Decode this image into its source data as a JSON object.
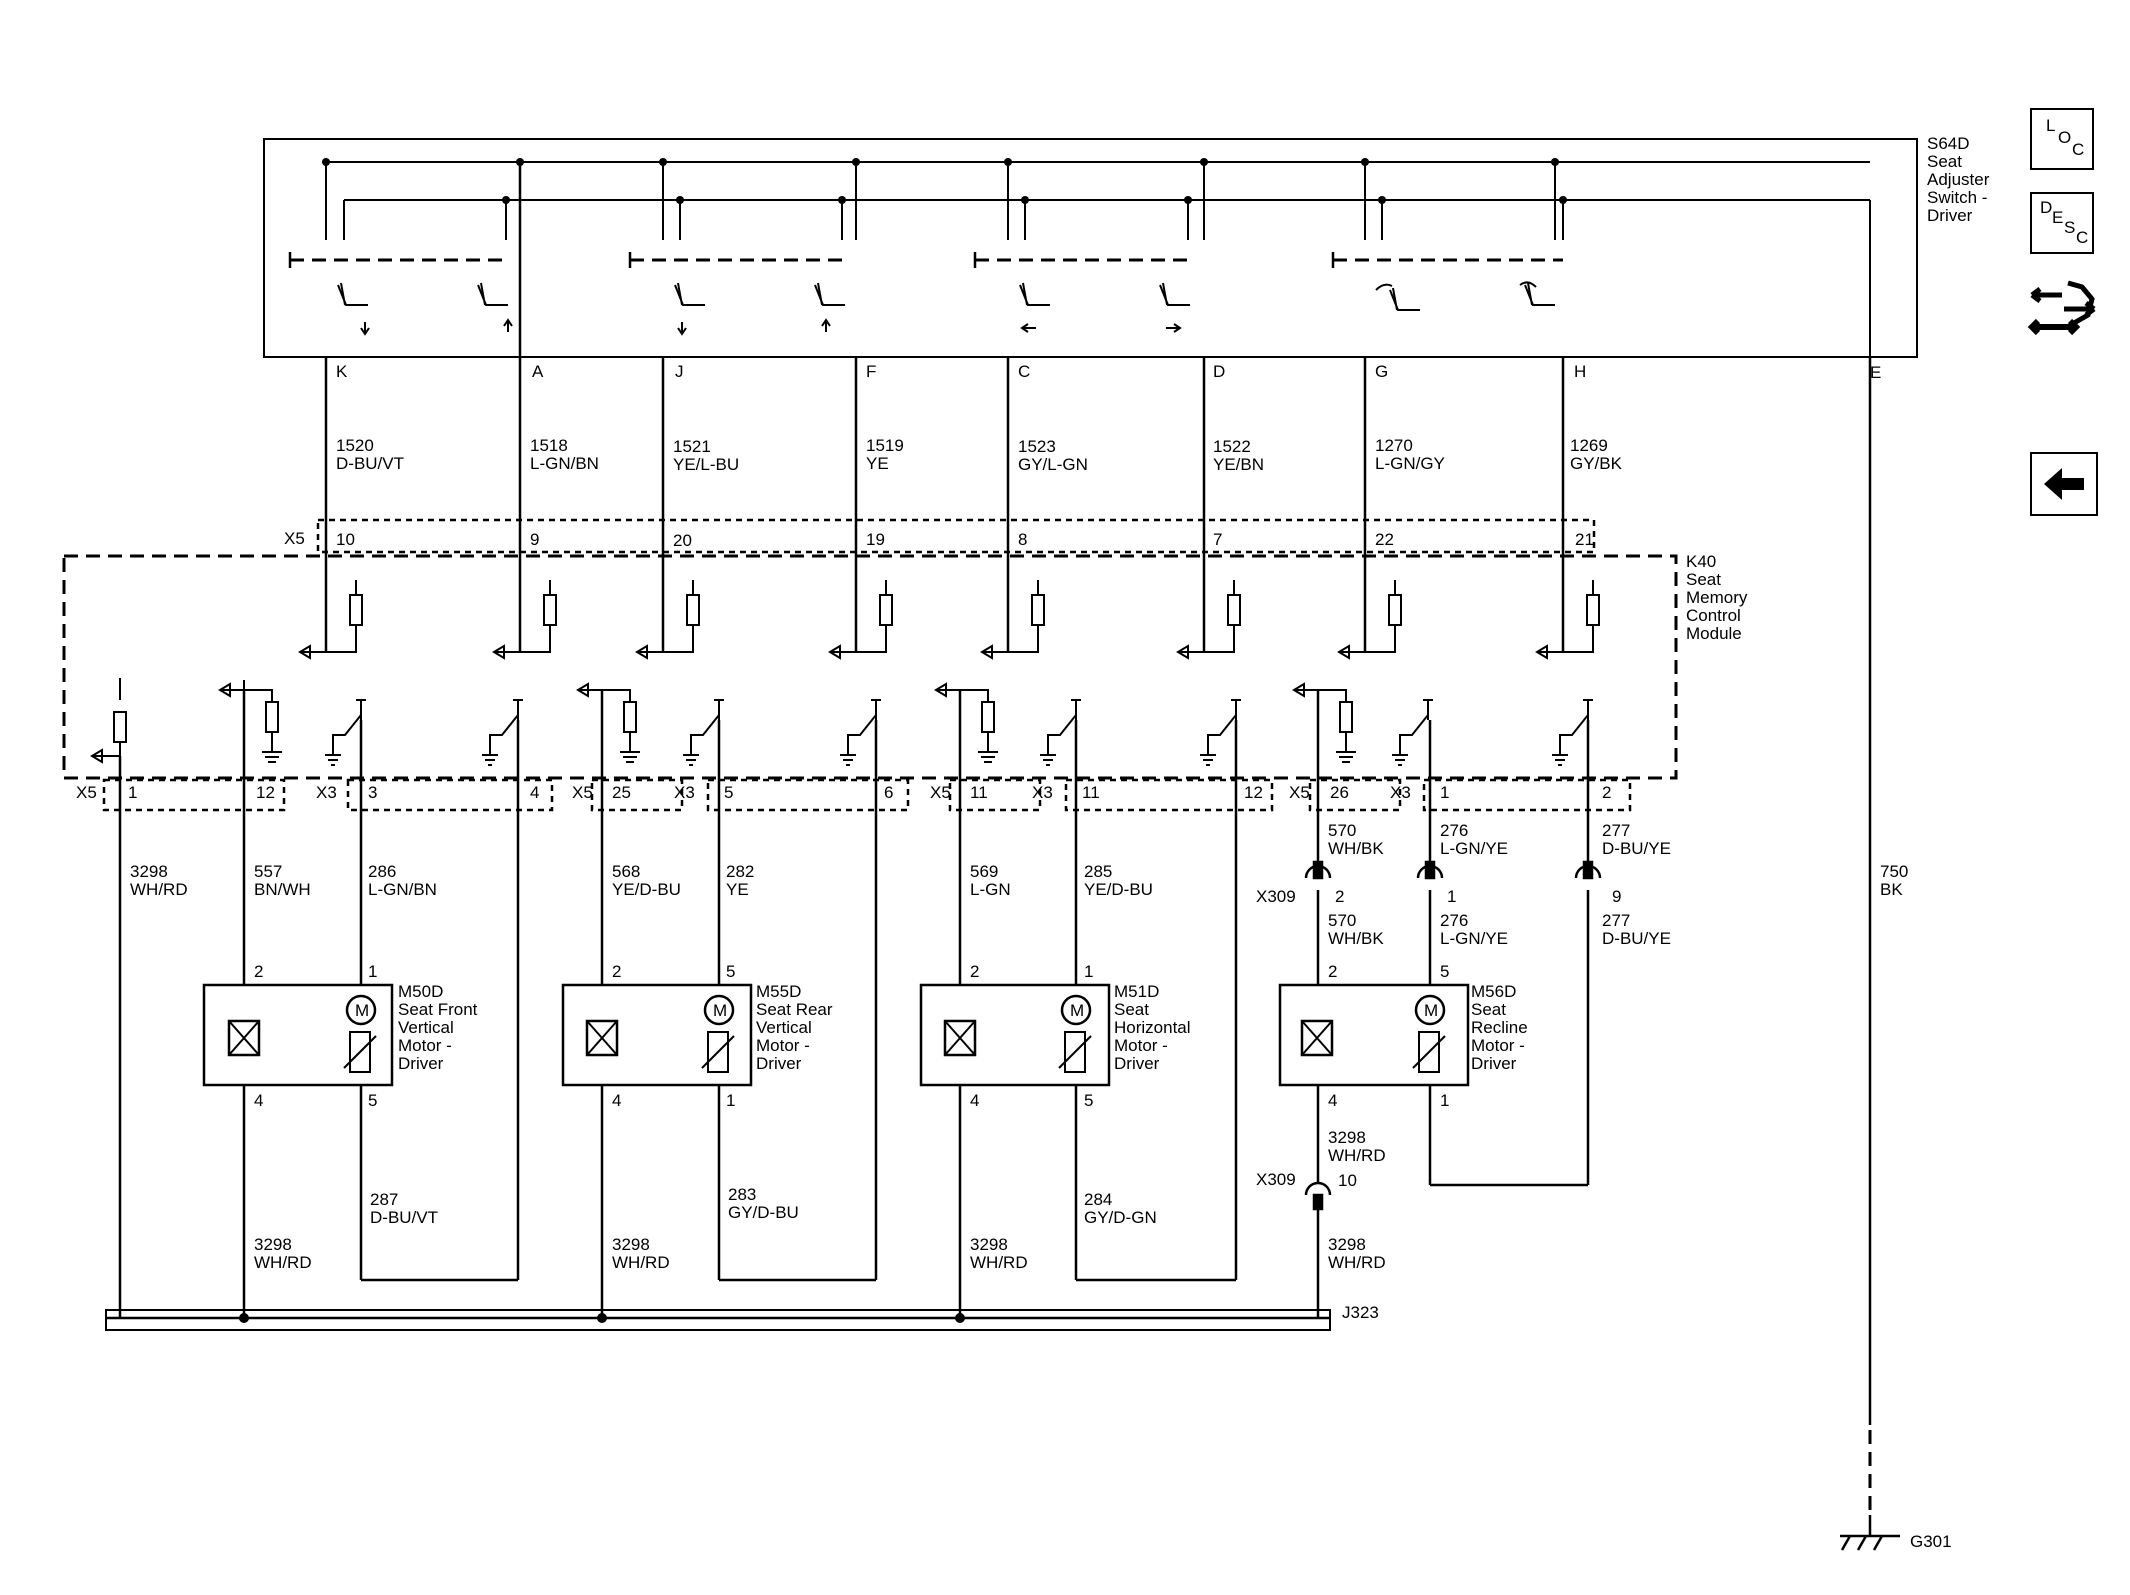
{
  "switch_module": {
    "name": "S64D",
    "desc": [
      "Seat",
      "Adjuster",
      "Switch -",
      "Driver"
    ]
  },
  "control_module": {
    "name": "K40",
    "desc": [
      "Seat",
      "Memory",
      "Control",
      "Module"
    ]
  },
  "switch_pins": [
    "K",
    "A",
    "J",
    "F",
    "C",
    "D",
    "G",
    "H",
    "E"
  ],
  "upper_circuits": [
    {
      "num": "1520",
      "color": "D-BU/VT",
      "x5_pin": "10"
    },
    {
      "num": "1518",
      "color": "L-GN/BN",
      "x5_pin": "9"
    },
    {
      "num": "1521",
      "color": "YE/L-BU",
      "x5_pin": "20"
    },
    {
      "num": "1519",
      "color": "YE",
      "x5_pin": "19"
    },
    {
      "num": "1523",
      "color": "GY/L-GN",
      "x5_pin": "8"
    },
    {
      "num": "1522",
      "color": "YE/BN",
      "x5_pin": "7"
    },
    {
      "num": "1270",
      "color": "L-GN/GY",
      "x5_pin": "22"
    },
    {
      "num": "1269",
      "color": "GY/BK",
      "x5_pin": "21"
    }
  ],
  "connectors": {
    "x5": "X5",
    "x3": "X3",
    "x309": "X309",
    "j323": "J323",
    "ground": "G301"
  },
  "lower_pins": [
    "1",
    "12",
    "3",
    "4",
    "25",
    "5",
    "6",
    "11",
    "11",
    "12",
    "26",
    "1",
    "2"
  ],
  "lower_circuits": [
    {
      "num": "3298",
      "color": "WH/RD"
    },
    {
      "num": "557",
      "color": "BN/WH"
    },
    {
      "num": "286",
      "color": "L-GN/BN"
    },
    {
      "num": "568",
      "color": "YE/D-BU"
    },
    {
      "num": "282",
      "color": "YE"
    },
    {
      "num": "569",
      "color": "L-GN"
    },
    {
      "num": "285",
      "color": "YE/D-BU"
    },
    {
      "num": "570",
      "color": "WH/BK"
    },
    {
      "num": "276",
      "color": "L-GN/YE"
    },
    {
      "num": "277",
      "color": "D-BU/YE"
    },
    {
      "num": "750",
      "color": "BK"
    }
  ],
  "x309_pins": [
    "2",
    "1",
    "9",
    "10"
  ],
  "motors": [
    {
      "name": "M50D",
      "desc": [
        "Seat Front",
        "Vertical",
        "Motor -",
        "Driver"
      ],
      "pins": [
        "2",
        "1",
        "4",
        "5"
      ],
      "return": {
        "num": "287",
        "color": "D-BU/VT"
      },
      "ground": {
        "num": "3298",
        "color": "WH/RD"
      }
    },
    {
      "name": "M55D",
      "desc": [
        "Seat Rear",
        "Vertical",
        "Motor -",
        "Driver"
      ],
      "pins": [
        "2",
        "5",
        "4",
        "1"
      ],
      "return": {
        "num": "283",
        "color": "GY/D-BU"
      },
      "ground": {
        "num": "3298",
        "color": "WH/RD"
      }
    },
    {
      "name": "M51D",
      "desc": [
        "Seat",
        "Horizontal",
        "Motor -",
        "Driver"
      ],
      "pins": [
        "2",
        "1",
        "4",
        "5"
      ],
      "return": {
        "num": "284",
        "color": "GY/D-GN"
      },
      "ground": {
        "num": "3298",
        "color": "WH/RD"
      }
    },
    {
      "name": "M56D",
      "desc": [
        "Seat",
        "Recline",
        "Motor -",
        "Driver"
      ],
      "pins": [
        "2",
        "5",
        "4",
        "1"
      ],
      "return": null,
      "ground": {
        "num": "3298",
        "color": "WH/RD"
      }
    }
  ],
  "nav": {
    "loc": [
      "L",
      "O",
      "C"
    ],
    "desc": [
      "D",
      "E",
      "S",
      "C"
    ]
  }
}
